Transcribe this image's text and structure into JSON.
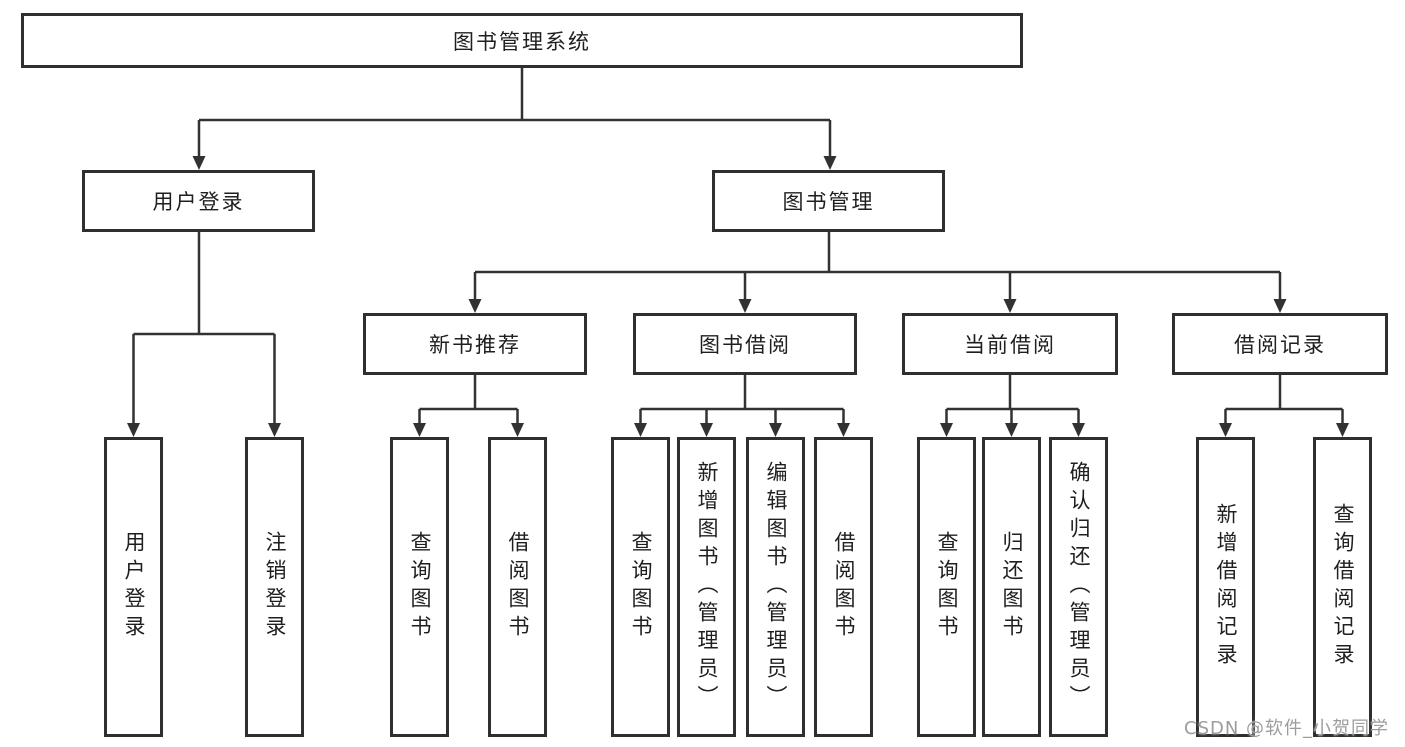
{
  "diagram": {
    "root": {
      "label": "图书管理系统"
    },
    "branches": [
      {
        "label": "用户登录",
        "children": [
          "用户登录",
          "注销登录"
        ]
      },
      {
        "label": "图书管理",
        "sections": [
          {
            "label": "新书推荐",
            "children": [
              "查询图书",
              "借阅图书"
            ]
          },
          {
            "label": "图书借阅",
            "children": [
              "查询图书",
              "新增图书（管理员）",
              "编辑图书（管理员）",
              "借阅图书"
            ]
          },
          {
            "label": "当前借阅",
            "children": [
              "查询图书",
              "归还图书",
              "确认归还（管理员）"
            ]
          },
          {
            "label": "借阅记录",
            "children": [
              "新增借阅记录",
              "查询借阅记录"
            ]
          }
        ]
      }
    ],
    "line_color": "#323232",
    "box_border_color": "#2f2f2f",
    "text_color": "#1f1f1f"
  },
  "watermark": {
    "text": "CSDN @软件_小贺同学"
  }
}
